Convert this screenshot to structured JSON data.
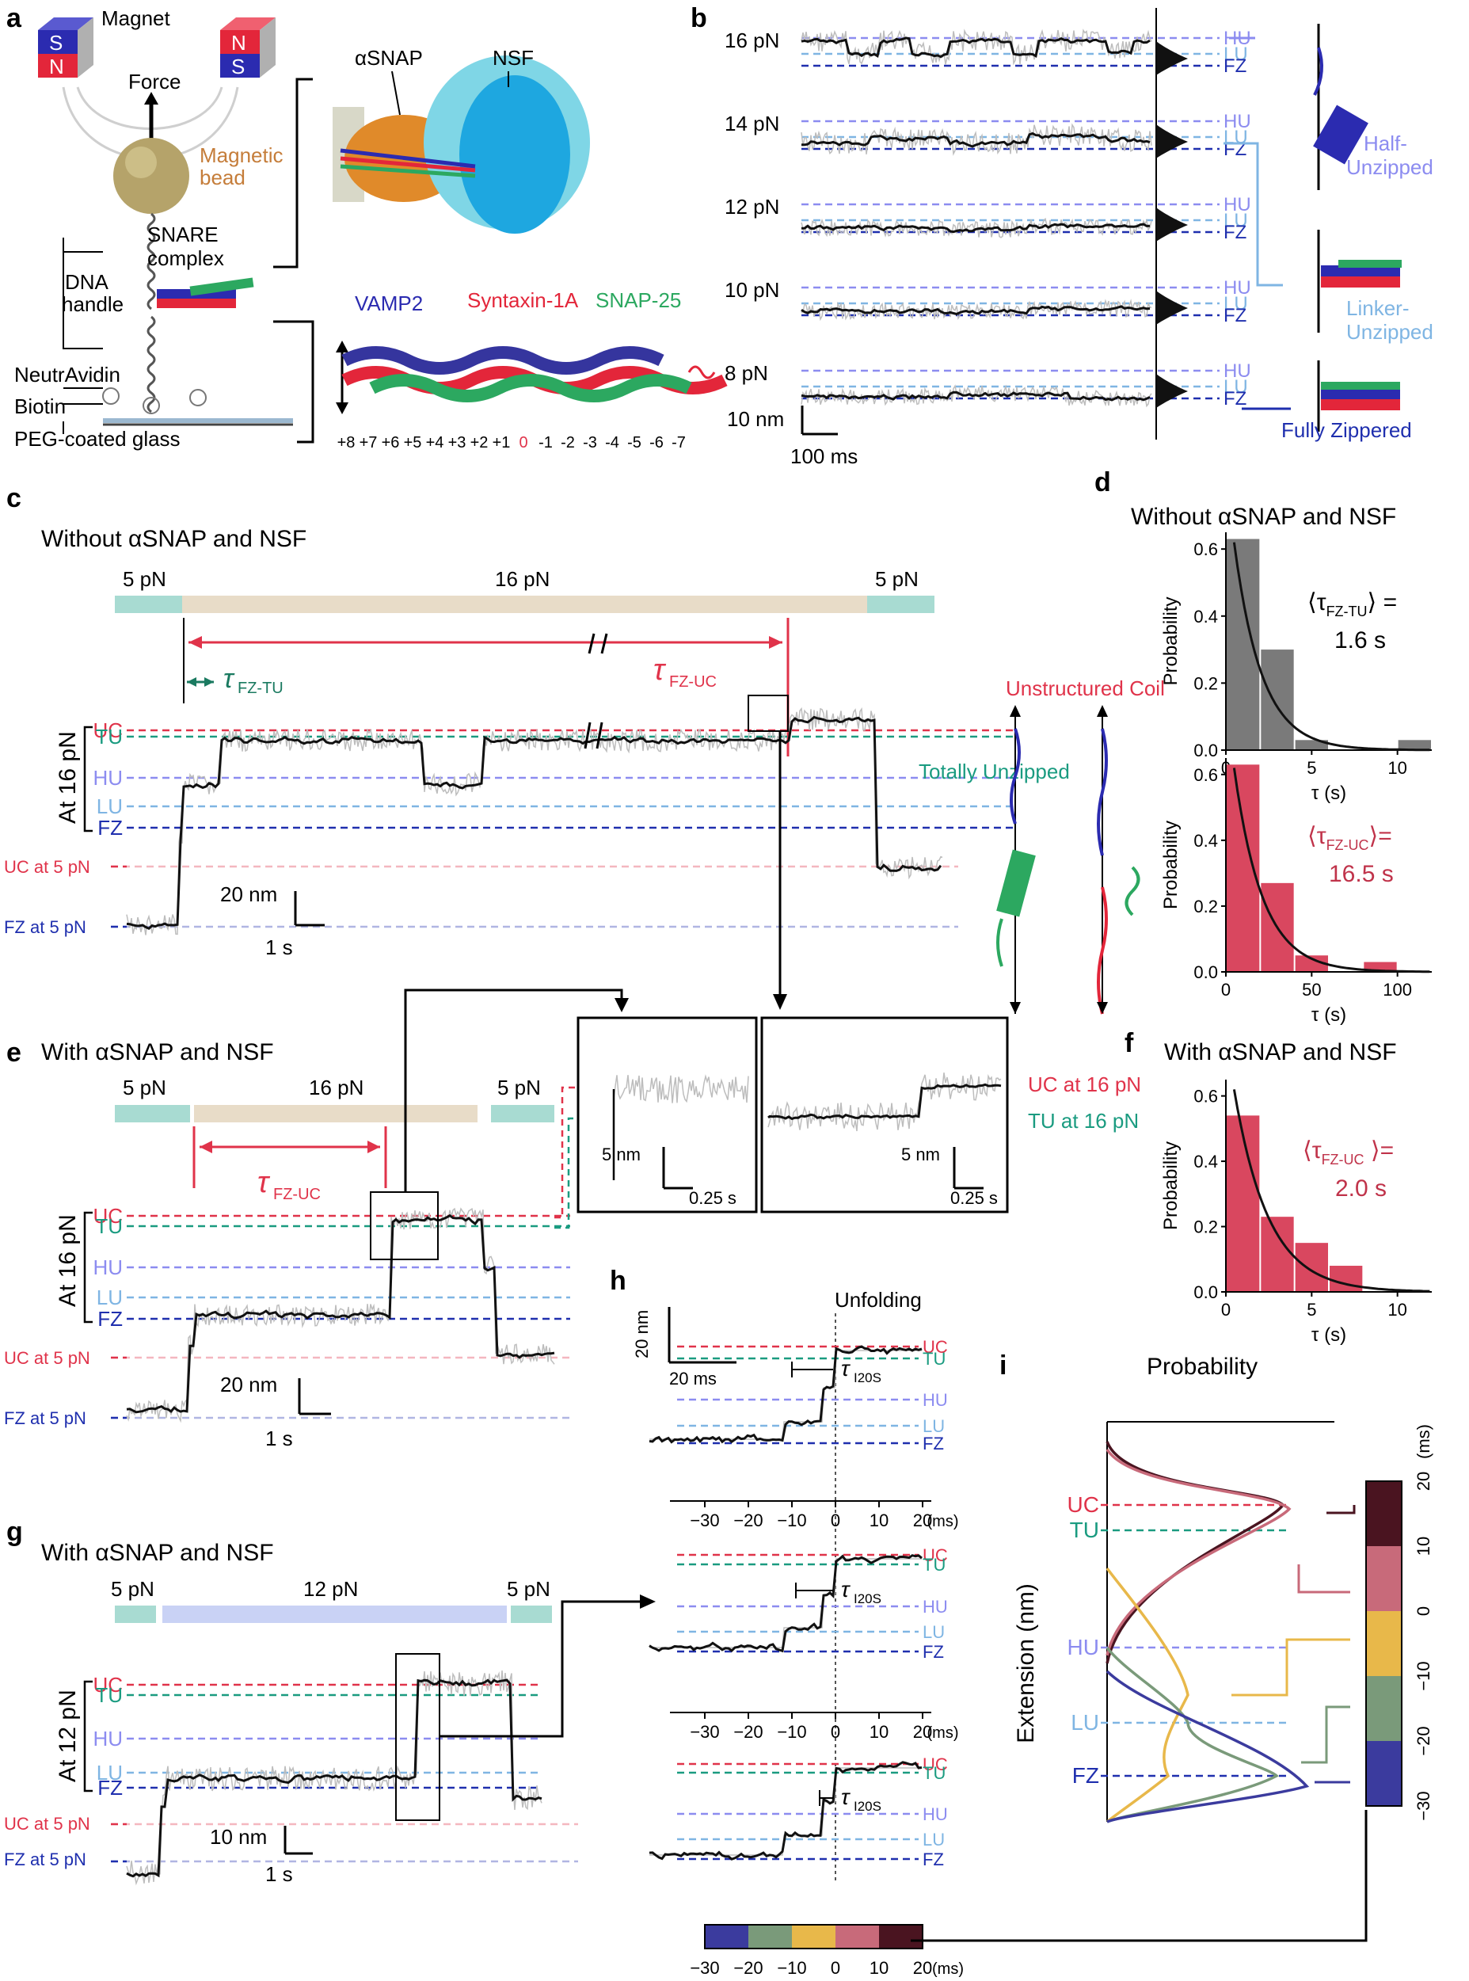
{
  "colors": {
    "UC": "#e0334a",
    "TU": "#1a9b80",
    "HU": "#8c8cf0",
    "LU": "#7fb5e3",
    "FZ": "#1f2fae",
    "trace_gray": "#bdbdbd",
    "force16": "#e8dcc8",
    "force5": "#a8dbd2",
    "force12": "#c9d2f5",
    "tau_red": "#e0334a",
    "tau_green": "#1a7a60",
    "hist_gray": "#7a7a7a",
    "hist_red": "#d9475f"
  },
  "panels": {
    "a": {
      "label": "a",
      "magnet": "Magnet",
      "S": "S",
      "N": "N",
      "force": "Force",
      "bead": "Magnetic bead",
      "bead_line2": "bead",
      "snare": "SNARE",
      "snare2": "complex",
      "dna": "DNA",
      "dna2": "handle",
      "neutravidin": "NeutrAvidin",
      "biotin": "Biotin",
      "peg": "PEG-coated glass",
      "asnap": "αSNAP",
      "nsf": "NSF",
      "vamp2": "VAMP2",
      "syntaxin": "Syntaxin-1A",
      "snap25": "SNAP-25",
      "layers": [
        "+8",
        "+7",
        "+6",
        "+5",
        "+4",
        "+3",
        "+2",
        "+1",
        "0",
        "-1",
        "-2",
        "-3",
        "-4",
        "-5",
        "-6",
        "-7"
      ]
    },
    "b": {
      "label": "b",
      "forces": [
        "16 pN",
        "14 pN",
        "12 pN",
        "10 pN",
        "8 pN"
      ],
      "states": [
        "HU",
        "LU",
        "FZ"
      ],
      "scale_y": "10 nm",
      "scale_x": "100 ms",
      "half": "Half-",
      "half2": "Unzipped",
      "linker": "Linker-",
      "linker2": "Unzipped",
      "fully": "Fully Zippered"
    },
    "c": {
      "label": "c",
      "title": "Without αSNAP and NSF",
      "f5a": "5 pN",
      "f16": "16 pN",
      "f5b": "5 pN",
      "tau_tu": "τ",
      "tau_tu_sub": "FZ-TU",
      "tau_uc": "τ",
      "tau_uc_sub": "FZ-UC",
      "states": [
        "UC",
        "TU",
        "HU",
        "LU",
        "FZ"
      ],
      "at16": "At 16 pN",
      "uc5": "UC at 5 pN",
      "fz5": "FZ at 5 pN",
      "scale_y": "20 nm",
      "scale_x": "1 s",
      "uc_label": "Unstructured Coil",
      "tu_label": "Totally Unzipped"
    },
    "d": {
      "label": "d",
      "title": "Without αSNAP and NSF",
      "top_mean": "⟨τ",
      "top_mean_sub": "FZ-TU",
      "top_mean_end": "⟩ =",
      "top_val": "1.6 s",
      "bot_mean": "⟨τ",
      "bot_mean_sub": "FZ-UC",
      "bot_mean_end": "⟩=",
      "bot_val": "16.5 s",
      "ylabel": "Probability",
      "xlabel": "τ (s)",
      "top_ticks_x": [
        "0",
        "5",
        "10"
      ],
      "top_ticks_y": [
        "0.0",
        "0.2",
        "0.4",
        "0.6"
      ],
      "bot_ticks_x": [
        "0",
        "50",
        "100"
      ],
      "bot_ticks_y": [
        "0.0",
        "0.2",
        "0.4",
        "0.6"
      ]
    },
    "e": {
      "label": "e",
      "title": "With αSNAP and NSF",
      "f5a": "5 pN",
      "f16": "16 pN",
      "f5b": "5 pN",
      "tau": "τ",
      "tau_sub": "FZ-UC",
      "states": [
        "UC",
        "TU",
        "HU",
        "LU",
        "FZ"
      ],
      "at16": "At 16 pN",
      "uc5": "UC at 5 pN",
      "fz5": "FZ at 5 pN",
      "scale_y": "20 nm",
      "scale_x": "1 s",
      "inset_y": "5 nm",
      "inset_x": "0.25 s",
      "uc16": "UC at 16 pN",
      "tu16": "TU at 16 pN"
    },
    "f": {
      "label": "f",
      "title": "With αSNAP and NSF",
      "mean": "⟨τ",
      "mean_sub": "FZ-UC",
      "mean_end": " ⟩=",
      "val": "2.0 s",
      "ylabel": "Probability",
      "xlabel": "τ (s)",
      "ticks_x": [
        "0",
        "5",
        "10"
      ],
      "ticks_y": [
        "0.0",
        "0.2",
        "0.4",
        "0.6"
      ]
    },
    "g": {
      "label": "g",
      "title": "With αSNAP and NSF",
      "f5a": "5 pN",
      "f12": "12 pN",
      "f5b": "5 pN",
      "states": [
        "UC",
        "TU",
        "HU",
        "LU",
        "FZ"
      ],
      "at12": "At 12 pN",
      "uc5": "UC at 5 pN",
      "fz5": "FZ at 5 pN",
      "scale_y": "10 nm",
      "scale_x": "1 s"
    },
    "h": {
      "label": "h",
      "unfolding": "Unfolding",
      "scale_y": "20 nm",
      "scale_x": "20 ms",
      "tau": "τ",
      "tau_sub": "I20S",
      "states": [
        "UC",
        "TU",
        "HU",
        "LU",
        "FZ"
      ],
      "ticks": [
        "−30",
        "−20",
        "−10",
        "0",
        "10",
        "20",
        "(ms)"
      ]
    },
    "i": {
      "label": "i",
      "title": "Probability",
      "ylabel": "Extension (nm)",
      "states": [
        "UC",
        "TU",
        "HU",
        "LU",
        "FZ"
      ],
      "cbar_ticks": [
        "20",
        "10",
        "0",
        "−10",
        "−20",
        "−30"
      ],
      "cbar_unit": "(ms)"
    }
  },
  "chart_data": [
    {
      "type": "bar",
      "title": "Without αSNAP and NSF",
      "xlabel": "τ (s)",
      "ylabel": "Probability",
      "categories": [
        "1",
        "3",
        "5",
        "7",
        "9",
        "11"
      ],
      "values": [
        0.63,
        0.3,
        0.03,
        0.0,
        0.0,
        0.03
      ],
      "ylim": [
        0,
        0.65
      ],
      "xlim": [
        0,
        12
      ],
      "mean_text": "1.6 s"
    },
    {
      "type": "bar",
      "xlabel": "τ (s)",
      "ylabel": "Probability",
      "categories": [
        "10",
        "30",
        "50",
        "70",
        "90",
        "110"
      ],
      "values": [
        0.63,
        0.27,
        0.05,
        0.0,
        0.03,
        0.0
      ],
      "ylim": [
        0,
        0.65
      ],
      "xlim": [
        0,
        120
      ],
      "mean_text": "16.5 s"
    },
    {
      "type": "bar",
      "title": "With αSNAP and NSF",
      "xlabel": "τ (s)",
      "ylabel": "Probability",
      "categories": [
        "1",
        "3",
        "5",
        "7",
        "9",
        "11"
      ],
      "values": [
        0.54,
        0.23,
        0.15,
        0.08,
        0.0,
        0.0
      ],
      "ylim": [
        0,
        0.65
      ],
      "xlim": [
        0,
        12
      ],
      "mean_text": "2.0 s"
    }
  ]
}
